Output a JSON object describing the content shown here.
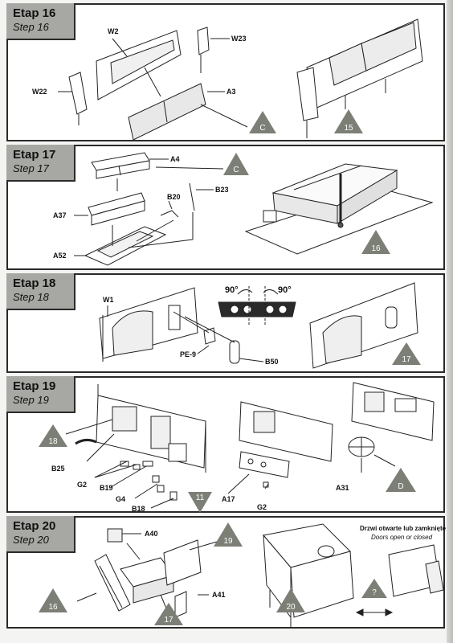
{
  "steps": [
    {
      "etap": "Etap 16",
      "step": "Step 16",
      "labels": {
        "W2": "W2",
        "W23": "W23",
        "W22": "W22",
        "A3": "A3"
      },
      "triangles": {
        "c": "C",
        "ref": "15"
      }
    },
    {
      "etap": "Etap 17",
      "step": "Step 17",
      "labels": {
        "A4": "A4",
        "B20": "B20",
        "B23": "B23",
        "A37": "A37",
        "A52": "A52"
      },
      "triangles": {
        "c": "C",
        "ref": "16"
      }
    },
    {
      "etap": "Etap 18",
      "step": "Step 18",
      "labels": {
        "W1": "W1",
        "PE9": "PE-9",
        "B50": "B50",
        "deg_left": "90°",
        "deg_right": "90°"
      },
      "triangles": {
        "ref": "17"
      }
    },
    {
      "etap": "Etap 19",
      "step": "Step 19",
      "labels": {
        "B25": "B25",
        "G2a": "G2",
        "B19": "B19",
        "G4": "G4",
        "B18": "B18",
        "A17": "A17",
        "G2b": "G2",
        "A31": "A31"
      },
      "triangles": {
        "from": "18",
        "eleven": "11",
        "d": "D"
      }
    },
    {
      "etap": "Etap 20",
      "step": "Step 20",
      "labels": {
        "A40": "A40",
        "A41": "A41"
      },
      "triangles": {
        "t19": "19",
        "t16": "16",
        "t17": "17",
        "t20": "20",
        "q": "?"
      },
      "note": {
        "pl": "Drzwi otwarte lub zamknięte",
        "en": "Doors open or closed"
      }
    }
  ],
  "colors": {
    "triangle": "#7c7f76",
    "label_bg": "#a7a8a3",
    "line": "#222222"
  }
}
